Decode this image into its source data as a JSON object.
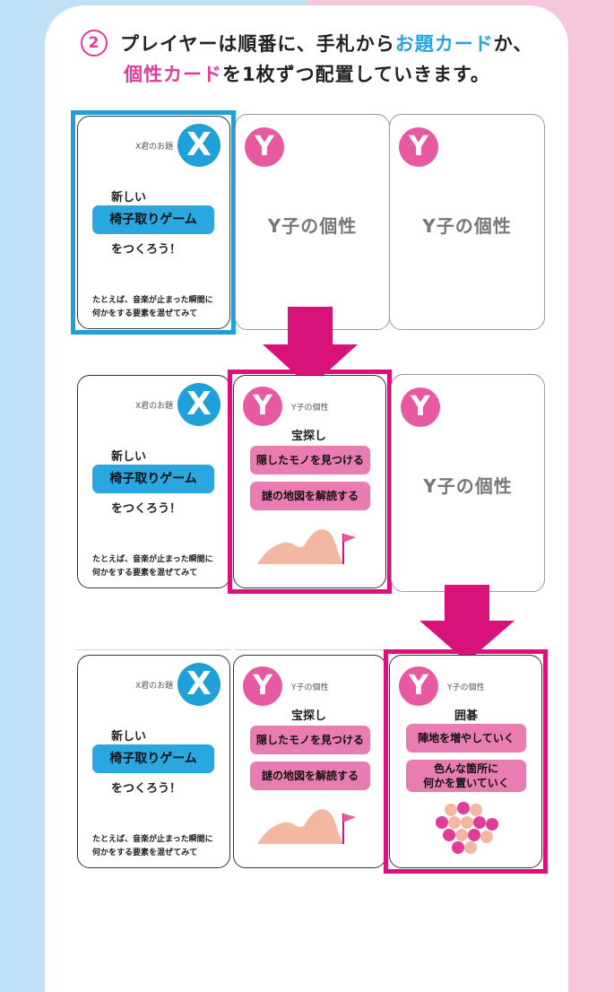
{
  "header": {
    "step_number": "2",
    "line1_pre": "プレイヤーは順番に、手札から",
    "line1_topic": "お題カード",
    "line1_post": "か、",
    "line2_personality": "個性カード",
    "line2_post": "を1枚ずつ配置していきます。"
  },
  "x_card": {
    "letter": "X",
    "label": "X君のお題",
    "line1": "新しい",
    "chip": "椅子取りゲーム",
    "line3": "をつくろう！",
    "example_line1": "たとえば、音楽が止まった瞬間に",
    "example_line2": "何かをする要素を混ぜてみて"
  },
  "y_blank": {
    "letter": "Y",
    "text": "Y子の個性"
  },
  "y_treasure": {
    "letter": "Y",
    "label": "Y子の個性",
    "title": "宝探し",
    "chip1": "隠したモノを見つける",
    "chip2": "謎の地図を解読する"
  },
  "y_go": {
    "letter": "Y",
    "label": "Y子の個性",
    "title": "囲碁",
    "chip1": "陣地を増やしていく",
    "chip2_line1": "色んな箇所に",
    "chip2_line2": "何かを置いていく"
  },
  "colors": {
    "blue": "#1fa0d8",
    "pink": "#d9117a",
    "chip_blue": "#2aa7e0",
    "chip_pink": "#e97cb0",
    "mountain": "#f4b79f"
  }
}
